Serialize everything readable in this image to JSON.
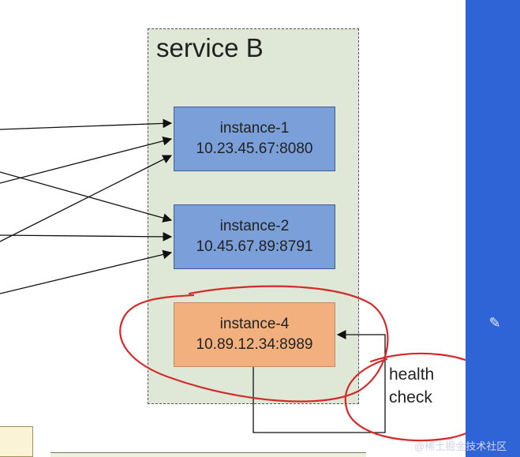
{
  "service": {
    "title": "service B"
  },
  "instances": [
    {
      "name": "instance-1",
      "address": "10.23.45.67:8080"
    },
    {
      "name": "instance-2",
      "address": "10.45.67.89:8791"
    },
    {
      "name": "instance-4",
      "address": "10.89.12.34:8989"
    }
  ],
  "health_check": {
    "line1": "health",
    "line2": "check"
  },
  "watermark": "@稀土掘金技术社区",
  "colors": {
    "service_bg": "#dfe8d7",
    "instance_blue": "#7a9fd9",
    "instance_orange": "#f2b07e",
    "annotation_red": "#d42a2a",
    "side_panel": "#2f64d6"
  },
  "icons": {
    "side_panel": "pencil-icon"
  }
}
